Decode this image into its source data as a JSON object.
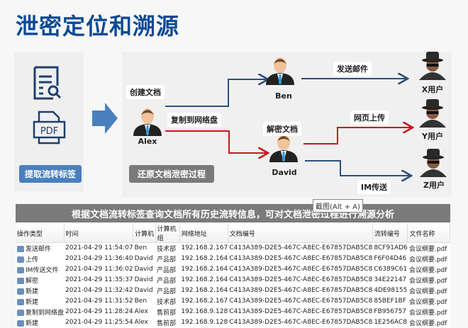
{
  "title": "泄密定位和溯源",
  "left_panel": {
    "button": "提取流转标签",
    "pdf_label": "PDF"
  },
  "flow": {
    "button": "还原文档泄密过程",
    "people": {
      "alex": "Alex",
      "ben": "Ben",
      "david": "David"
    },
    "targets": {
      "x": "X用户",
      "y": "Y用户",
      "z": "Z用户"
    },
    "actions": {
      "create": "创建文档",
      "copy": "复制到网络盘",
      "email": "发送邮件",
      "decrypt": "解密文档",
      "web": "网页上传",
      "im": "IM传送"
    },
    "colors": {
      "blue": "#2d4f7c",
      "red": "#c8161d"
    }
  },
  "banner": "根据文档流转标签查询文档所有历史流转信息，可对文档泄密过程进行溯源分析",
  "tooltip": "截图(Alt + A)",
  "table": {
    "headers": [
      "操作类型",
      "时间",
      "计算机",
      "计算机组",
      "网络地址",
      "文档编号",
      "流转编号",
      "文件名称"
    ],
    "rows": [
      [
        "发送邮件",
        "2021-04-29 11:54:07",
        "Ben",
        "技术部",
        "192.168.2.167",
        "C413A389-D2E5-467C-A8EC-E67857DAB5C8",
        "8CF91AD6",
        "会议纲要.pdf"
      ],
      [
        "上传",
        "2021-04-29 11:36:40",
        "David",
        "产品部",
        "192.168.2.164",
        "C413A389-D2E5-467C-A8EC-E67857DAB5C8",
        "F6F04D46",
        "会议纲要.pdf"
      ],
      [
        "IM传送文件",
        "2021-04-29 11:36:02",
        "David",
        "产品部",
        "192.168.2.164",
        "C413A389-D2E5-467C-A8EC-E67857DAB5C8",
        "C6389C61",
        "会议纲要.pdf"
      ],
      [
        "解密",
        "2021-04-29 11:35:37",
        "David",
        "产品部",
        "192.168.2.164",
        "C413A389-D2E5-467C-A8EC-E67857DAB5C8",
        "34E22147",
        "会议纲要.pdf"
      ],
      [
        "新建",
        "2021-04-29 11:32:42",
        "David",
        "产品部",
        "192.168.2.164",
        "C413A389-D2E5-467C-A8EC-E67857DAB5C8",
        "4DE98155",
        "会议纲要.pdf"
      ],
      [
        "新建",
        "2021-04-29 11:31:52",
        "Ben",
        "技术部",
        "192.168.2.167",
        "C413A389-D2E5-467C-A8EC-E67857DAB5C8",
        "85BEF1BF",
        "会议纲要.pdf"
      ],
      [
        "复制到网络盘",
        "2021-04-29 11:28:24",
        "Alex",
        "售前部",
        "192.168.9.128",
        "C413A389-D2E5-467C-A8EC-E67857DAB5C8",
        "FB956757",
        "会议纲要.pdf"
      ],
      [
        "新建",
        "2021-04-29 11:25:54",
        "Alex",
        "售前部",
        "192.168.9.128",
        "C413A389-D2E5-467C-A8EC-E67857DAB5C8",
        "1E256AC8",
        "会议纲要.pdf"
      ]
    ]
  }
}
